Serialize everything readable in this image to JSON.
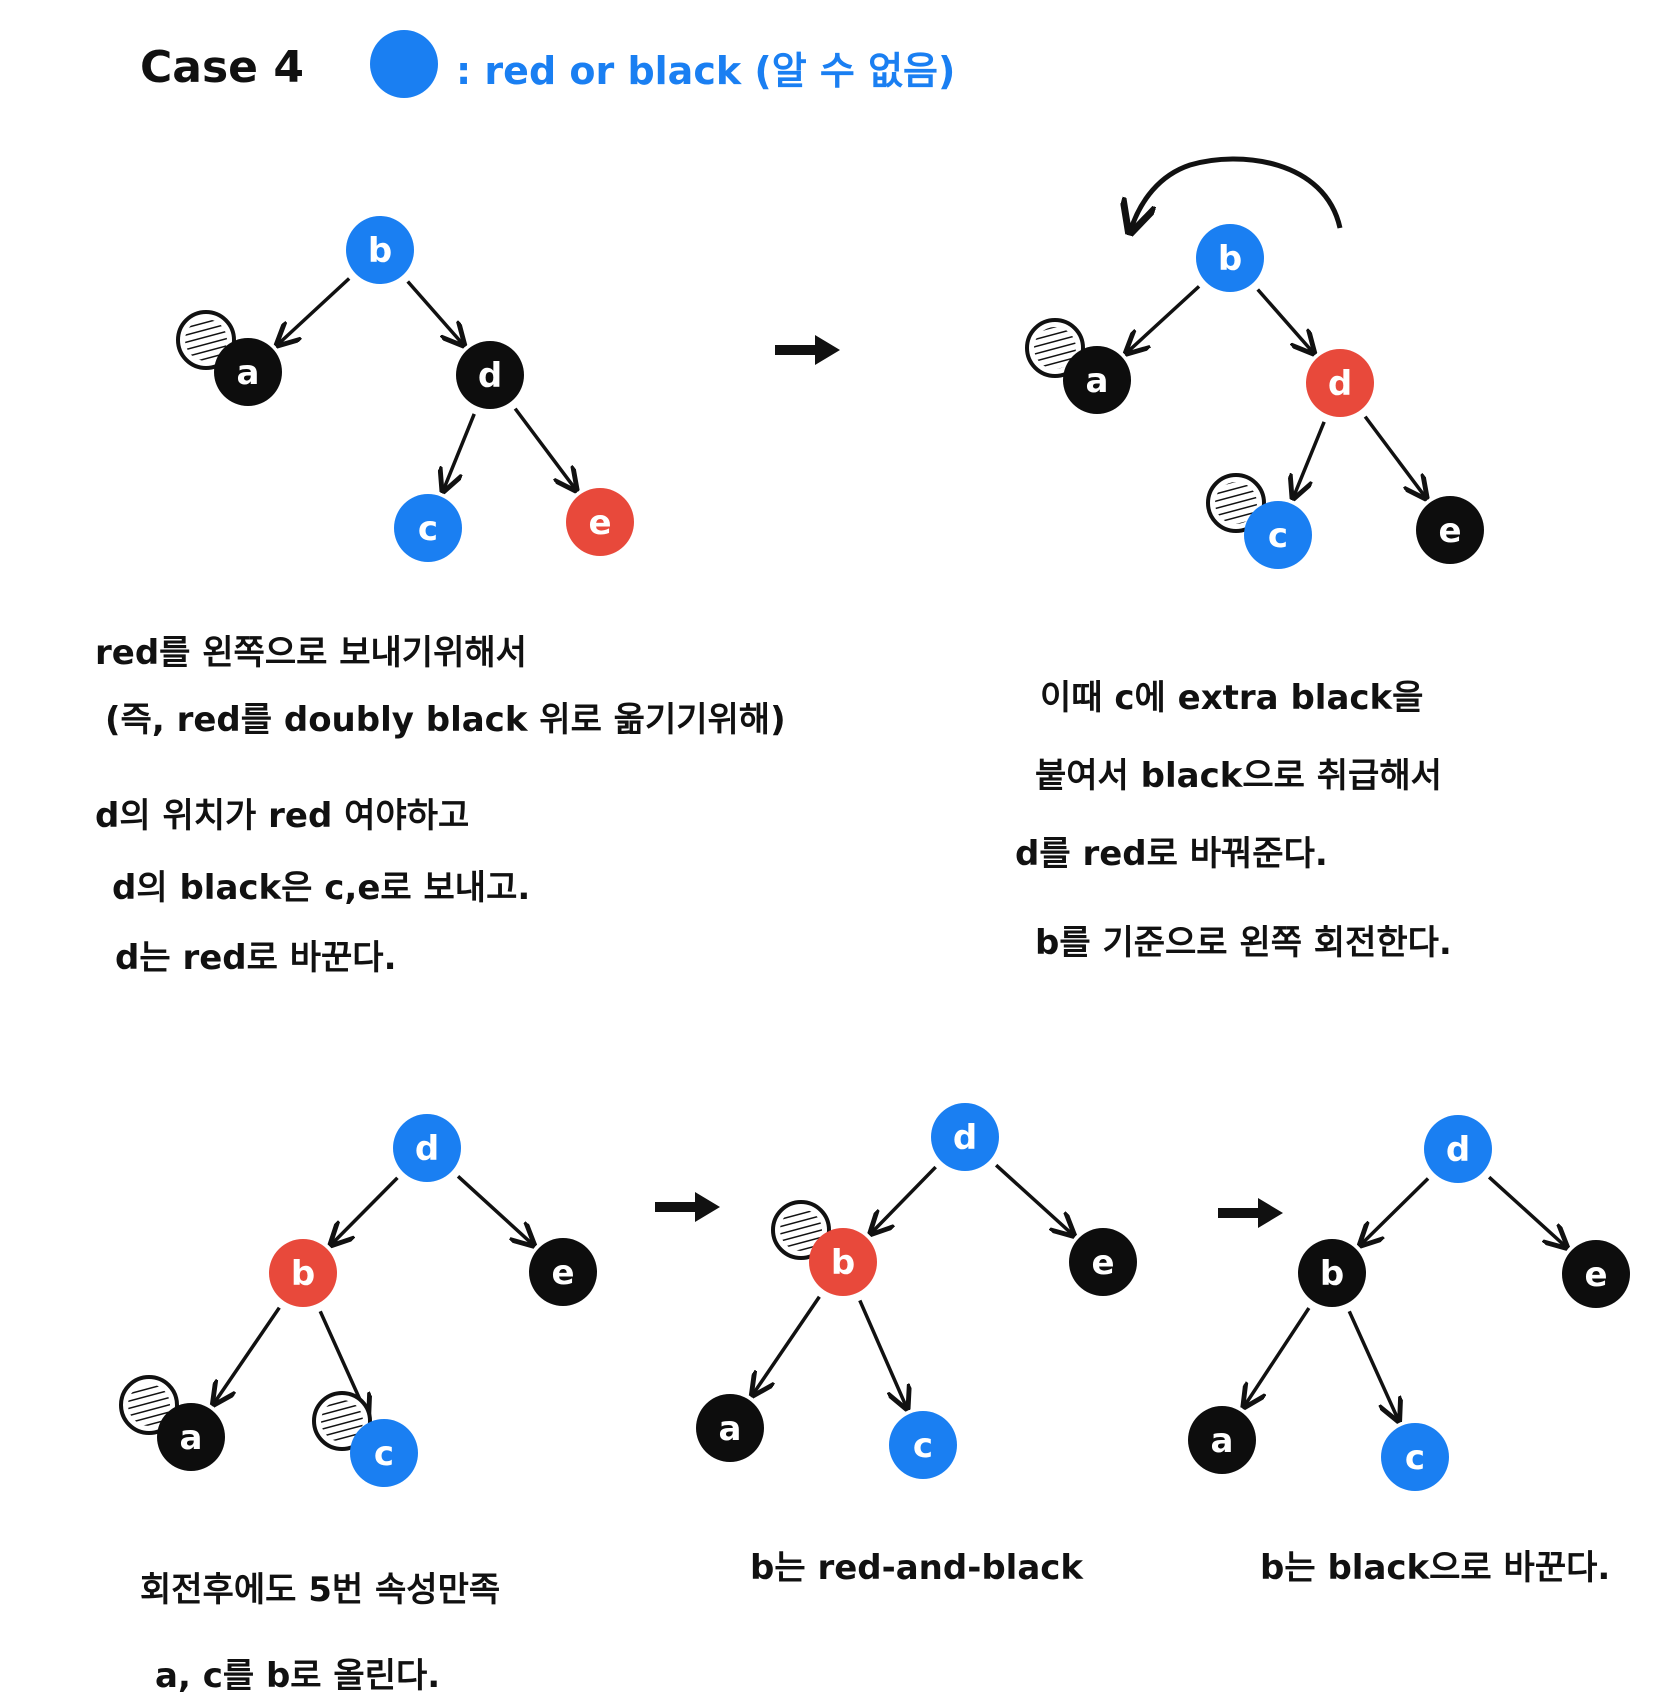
{
  "title": "Case 4",
  "legend": {
    "text": ": red or black (알 수 없음)",
    "color": "#1a7ff2"
  },
  "colors": {
    "red": "#e8493b",
    "black": "#0d0d0d",
    "unknown": "#1a7ff2",
    "node_text": "#ffffff"
  },
  "trees": [
    {
      "id": "t1",
      "nodes": [
        {
          "label": "b",
          "color": "unknown"
        },
        {
          "label": "a",
          "color": "black",
          "extra_black": true
        },
        {
          "label": "d",
          "color": "black"
        },
        {
          "label": "c",
          "color": "unknown"
        },
        {
          "label": "e",
          "color": "red"
        }
      ],
      "edges": [
        [
          "b",
          "a"
        ],
        [
          "b",
          "d"
        ],
        [
          "d",
          "c"
        ],
        [
          "d",
          "e"
        ]
      ]
    },
    {
      "id": "t2",
      "rotation_arrow": true,
      "nodes": [
        {
          "label": "b",
          "color": "unknown"
        },
        {
          "label": "a",
          "color": "black",
          "extra_black": true
        },
        {
          "label": "d",
          "color": "red"
        },
        {
          "label": "c",
          "color": "unknown",
          "extra_black": true
        },
        {
          "label": "e",
          "color": "black"
        }
      ],
      "edges": [
        [
          "b",
          "a"
        ],
        [
          "b",
          "d"
        ],
        [
          "d",
          "c"
        ],
        [
          "d",
          "e"
        ]
      ]
    },
    {
      "id": "t3",
      "nodes": [
        {
          "label": "d",
          "color": "unknown"
        },
        {
          "label": "b",
          "color": "red"
        },
        {
          "label": "e",
          "color": "black"
        },
        {
          "label": "a",
          "color": "black",
          "extra_black": true
        },
        {
          "label": "c",
          "color": "unknown",
          "extra_black": true
        }
      ],
      "edges": [
        [
          "d",
          "b"
        ],
        [
          "d",
          "e"
        ],
        [
          "b",
          "a"
        ],
        [
          "b",
          "c"
        ]
      ]
    },
    {
      "id": "t4",
      "nodes": [
        {
          "label": "d",
          "color": "unknown"
        },
        {
          "label": "b",
          "color": "red",
          "extra_black": true
        },
        {
          "label": "e",
          "color": "black"
        },
        {
          "label": "a",
          "color": "black"
        },
        {
          "label": "c",
          "color": "unknown"
        }
      ],
      "edges": [
        [
          "d",
          "b"
        ],
        [
          "d",
          "e"
        ],
        [
          "b",
          "a"
        ],
        [
          "b",
          "c"
        ]
      ]
    },
    {
      "id": "t5",
      "nodes": [
        {
          "label": "d",
          "color": "unknown"
        },
        {
          "label": "b",
          "color": "black"
        },
        {
          "label": "e",
          "color": "black"
        },
        {
          "label": "a",
          "color": "black"
        },
        {
          "label": "c",
          "color": "unknown"
        }
      ],
      "edges": [
        [
          "d",
          "b"
        ],
        [
          "d",
          "e"
        ],
        [
          "b",
          "a"
        ],
        [
          "b",
          "c"
        ]
      ]
    }
  ],
  "notes": {
    "left_top": [
      "red를 왼쪽으로 보내기위해서",
      "(즉, red를 doubly black 위로 옮기기위해)",
      "d의 위치가 red 여야하고",
      "d의 black은 c,e로 보내고.",
      "d는 red로 바꾼다."
    ],
    "right_top": [
      "이때 c에 extra black을",
      "붙여서 black으로 취급해서",
      "d를 red로 바꿔준다.",
      "b를 기준으로 왼쪽 회전한다."
    ],
    "bottom_left": [
      "회전후에도 5번 속성만족",
      "a, c를 b로 올린다."
    ],
    "bottom_mid": [
      "b는 red-and-black"
    ],
    "bottom_right": [
      "b는 black으로 바꾼다."
    ]
  }
}
